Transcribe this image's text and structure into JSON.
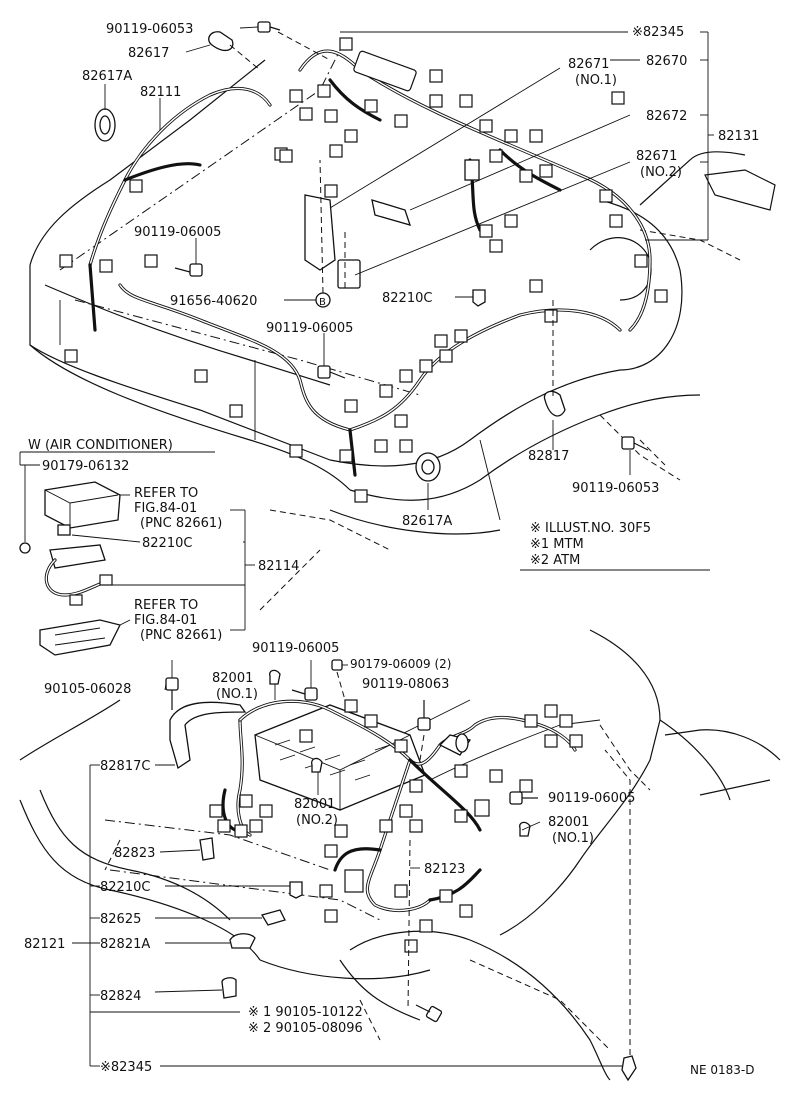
{
  "labels": {
    "p_90119_06053_top": "90119-06053",
    "p_82617": "82617",
    "p_82617A_top": "82617A",
    "p_82111": "82111",
    "p_82345_top": "※82345",
    "p_82671_no1": "82671",
    "p_82671_no1_sub": "(NO.1)",
    "p_82670": "82670",
    "p_82672": "82672",
    "p_82131": "82131",
    "p_82671_no2": "82671",
    "p_82671_no2_sub": "(NO.2)",
    "p_90119_06005_a": "90119-06005",
    "p_91656_40620": "91656-40620",
    "p_B_marker": "B",
    "p_82210C_top": "82210C",
    "p_90119_06005_b": "90119-06005",
    "p_82817": "82817",
    "p_90119_06053_right": "90119-06053",
    "p_82617A_mid": "82617A",
    "w_air_conditioner": "W (AIR CONDITIONER)",
    "p_90179_06132": "90179-06132",
    "refer_to_1": "REFER TO",
    "fig_1": "FIG.84-01",
    "pnc_1": "(PNC 82661)",
    "p_82210C_left": "82210C",
    "p_82114": "82114",
    "refer_to_2": "REFER TO",
    "fig_2": "FIG.84-01",
    "pnc_2": "(PNC 82661)",
    "p_90119_06005_c": "90119-06005",
    "p_90179_06009": "90179-06009 (2)",
    "p_82001_no1_a": "82001",
    "p_82001_no1_a_sub": "(NO.1)",
    "p_90119_08063": "90119-08063",
    "p_90105_06028": "90105-06028",
    "p_82817C": "82817C",
    "p_82001_no2": "82001",
    "p_82001_no2_sub": "(NO.2)",
    "p_90119_06005_d": "90119-06005",
    "p_82001_no1_b": "82001",
    "p_82001_no1_b_sub": "(NO.1)",
    "p_82823": "82823",
    "p_82123": "82123",
    "p_82210C_bottom": "82210C",
    "p_82625": "82625",
    "p_82121": "82121",
    "p_82821A": "82821A",
    "p_82824": "82824",
    "star1_90105_10122": "※ 1  90105-10122",
    "star2_90105_08096": "※ 2  90105-08096",
    "p_82345_bottom": "※82345",
    "figure_code": "NE 0183-D"
  },
  "legend": {
    "row1": "※   ILLUST.NO. 30F5",
    "row2": "※1  MTM",
    "row3": "※2  ATM"
  }
}
